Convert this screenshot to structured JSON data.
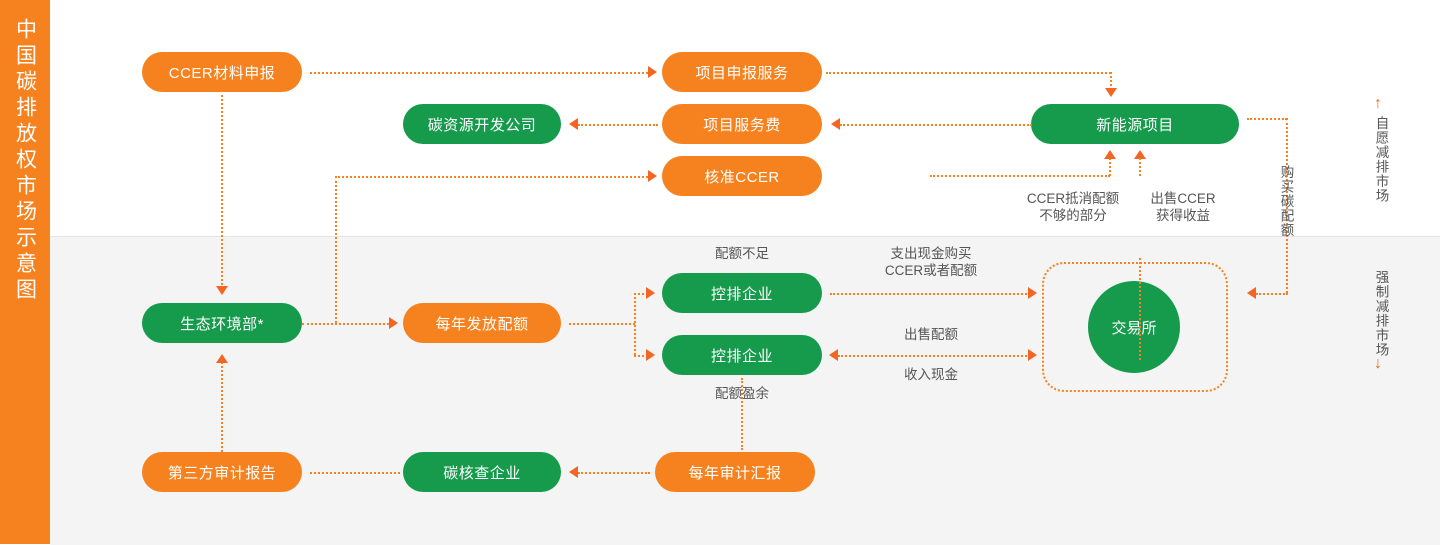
{
  "title_bar": {
    "text": "中国碳排放权市场示意图"
  },
  "nodes": {
    "ccer_material": "CCER材料申报",
    "carbon_dev_company": "碳资源开发公司",
    "project_declaration_service": "项目申报服务",
    "project_service_fee": "项目服务费",
    "approved_ccer": "核准CCER",
    "new_energy_project": "新能源项目",
    "ministry_ecology": "生态环境部*",
    "annual_quota": "每年发放配额",
    "controlled_enterprise_1": "控排企业",
    "controlled_enterprise_2": "控排企业",
    "exchange": "交易所",
    "third_party_audit_report": "第三方审计报告",
    "carbon_verification_company": "碳核查企业",
    "annual_audit_report": "每年审计汇报"
  },
  "labels": {
    "ccer_offset_shortfall": "CCER抵消配额\n不够的部分",
    "sell_ccer_income": "出售CCER\n获得收益",
    "buy_carbon_quota": "购买碳配额",
    "quota_shortage": "配额不足",
    "quota_surplus": "配额盈余",
    "spend_cash_buy": "支出现金购买\nCCER或者配额",
    "sell_quota": "出售配额",
    "receive_cash": "收入现金"
  },
  "markets": {
    "voluntary": "自愿减排市场",
    "mandatory": "强制减排市场",
    "voluntary_arrow": "↑",
    "mandatory_arrow": "↓"
  },
  "colors": {
    "orange": "#F5821F",
    "green": "#169B4C",
    "arrow": "#F26522",
    "label_text": "#555555",
    "band_top": "#FFFFFF",
    "band_bottom": "#F4F4F4"
  }
}
